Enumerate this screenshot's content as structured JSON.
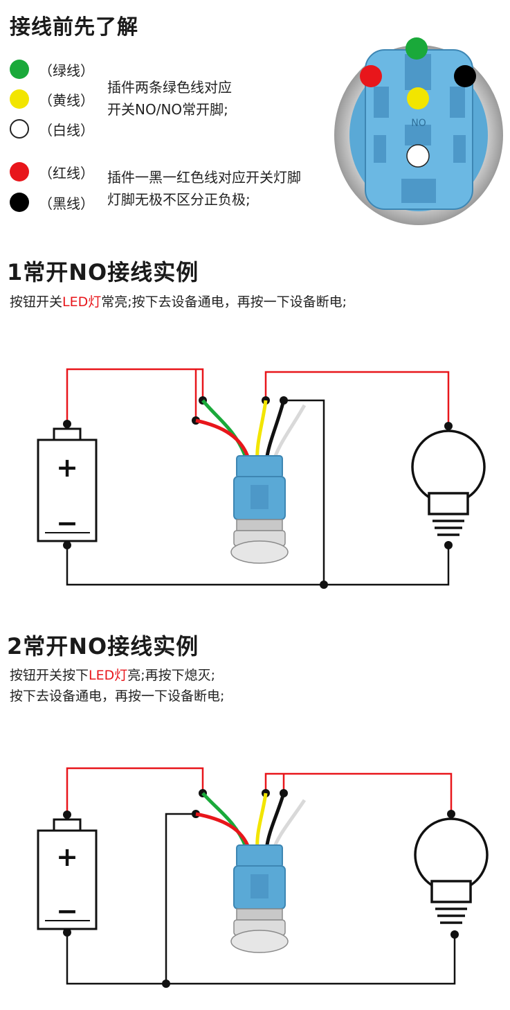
{
  "header": {
    "title": "接线前先了解"
  },
  "legend": [
    {
      "label": "（绿线）",
      "color": "#1aa93a"
    },
    {
      "label": "（黄线）",
      "color": "#f2e500"
    },
    {
      "label": "（白线）",
      "color": "#ffffff"
    },
    {
      "label": "（红线）",
      "color": "#e8161b"
    },
    {
      "label": "（黑线）",
      "color": "#000000"
    }
  ],
  "notes": {
    "green_1": "插件两条绿色线对应",
    "green_2": "开关NO/NO常开脚;",
    "red_1": "插件一黑一红色线对应开关灯脚",
    "red_2": "灯脚无极不区分正负极;"
  },
  "switch_photo": {
    "label": "NO"
  },
  "section1": {
    "title": "1常开NO接线实例",
    "instr_a": "按钮开关",
    "instr_led": "LED灯",
    "instr_b": "常亮;按下去设备通电，再按一下设备断电;"
  },
  "section2": {
    "title": "2常开NO接线实例",
    "instr1_a": "按钮开关按下",
    "instr1_led": "LED灯",
    "instr1_b": "亮;再按下熄灭;",
    "instr2": "按下去设备通电，再按一下设备断电;"
  },
  "battery": {
    "plus": "+",
    "minus": "−"
  },
  "colors": {
    "wire_red": "#e8161b",
    "wire_black": "#111111",
    "switch_blue": "#5aa9d6"
  }
}
